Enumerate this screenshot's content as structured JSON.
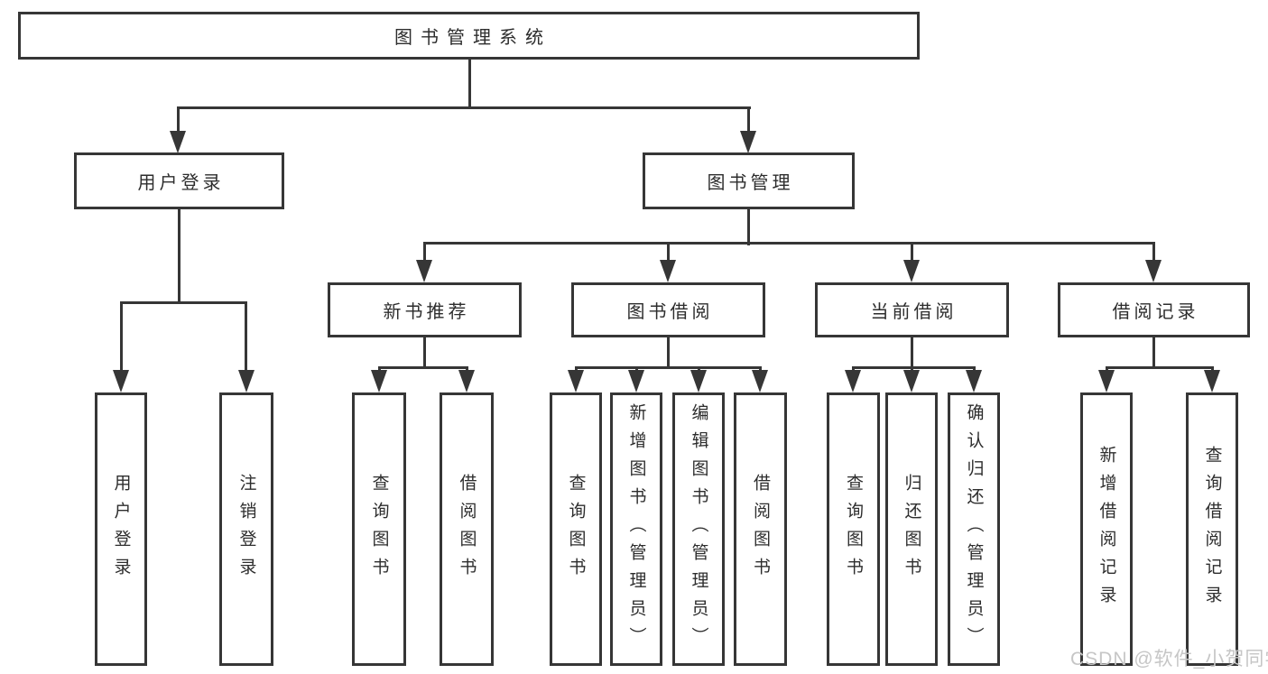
{
  "diagram": {
    "tree": {
      "label": "图书管理系统",
      "children": [
        {
          "label": "用户登录",
          "children": [
            {
              "label": "用户登录"
            },
            {
              "label": "注销登录"
            }
          ]
        },
        {
          "label": "图书管理",
          "children": [
            {
              "label": "新书推荐",
              "children": [
                {
                  "label": "查询图书"
                },
                {
                  "label": "借阅图书"
                }
              ]
            },
            {
              "label": "图书借阅",
              "children": [
                {
                  "label": "查询图书"
                },
                {
                  "label": "新增图书（管理员）"
                },
                {
                  "label": "编辑图书（管理员）"
                },
                {
                  "label": "借阅图书"
                }
              ]
            },
            {
              "label": "当前借阅",
              "children": [
                {
                  "label": "查询图书"
                },
                {
                  "label": "归还图书"
                },
                {
                  "label": "确认归还（管理员）"
                }
              ]
            },
            {
              "label": "借阅记录",
              "children": [
                {
                  "label": "新增借阅记录"
                },
                {
                  "label": "查询借阅记录"
                }
              ]
            }
          ]
        }
      ]
    },
    "watermark": "CSDN @软件_小贺同学",
    "colors": {
      "line": "#363636",
      "text": "#2d2d2d",
      "background": "#ffffff",
      "watermark": "#c6c6c6"
    }
  }
}
